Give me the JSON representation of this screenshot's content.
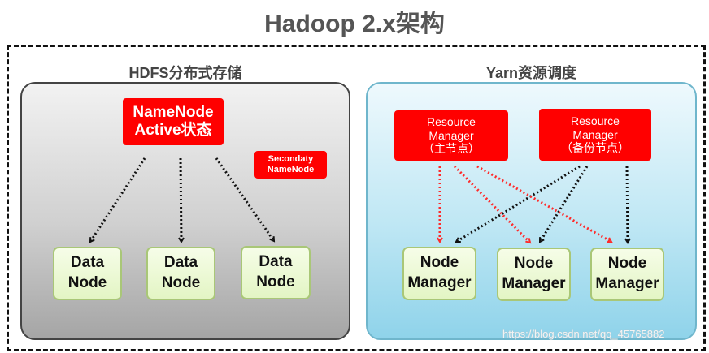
{
  "title": "Hadoop 2.x架构",
  "hdfs": {
    "label": "HDFS分布式存储",
    "namenode": {
      "line1": "NameNode",
      "line2": "Active状态"
    },
    "secondary": {
      "line1": "Secondaty",
      "line2": "NameNode"
    },
    "datanodes": [
      {
        "line1": "Data",
        "line2": "Node"
      },
      {
        "line1": "Data",
        "line2": "Node"
      },
      {
        "line1": "Data",
        "line2": "Node"
      }
    ]
  },
  "yarn": {
    "label": "Yarn资源调度",
    "rm_primary": {
      "line1": "Resource",
      "line2": "Manager",
      "line3": "（主节点）"
    },
    "rm_backup": {
      "line1": "Resource",
      "line2": "Manager",
      "line3": "（备份节点）"
    },
    "nodemanagers": [
      {
        "line1": "Node",
        "line2": "Manager"
      },
      {
        "line1": "Node",
        "line2": "Manager"
      },
      {
        "line1": "Node",
        "line2": "Manager"
      }
    ]
  },
  "watermark": "https://blog.csdn.net/qq_45765882",
  "colors": {
    "red": "#ff0000",
    "arrow_black": "#111111",
    "arrow_red": "#ff2b2b"
  }
}
